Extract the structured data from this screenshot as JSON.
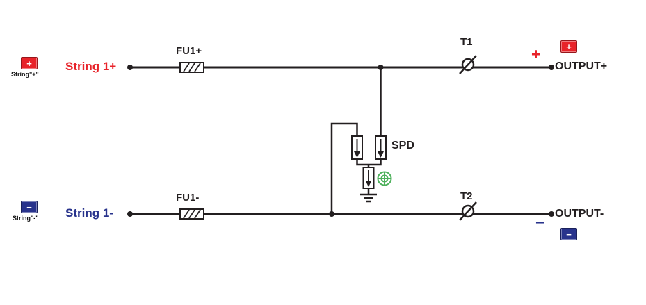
{
  "diagram": {
    "colors": {
      "positive": "#e8232a",
      "negative": "#28338c",
      "wire": "#231f20",
      "earth_green": "#4db05b"
    },
    "left": {
      "pos_badge": "+",
      "pos_caption": "String\"+\"",
      "pos_label": "String 1+",
      "neg_badge": "−",
      "neg_caption": "String\"-\"",
      "neg_label": "String 1-"
    },
    "components": {
      "fuse_pos": "FU1+",
      "fuse_neg": "FU1-",
      "terminal_pos": "T1",
      "terminal_neg": "T2",
      "spd": "SPD"
    },
    "right": {
      "pos_sign": "+",
      "pos_badge": "+",
      "pos_label": "OUTPUT+",
      "neg_sign": "−",
      "neg_badge": "−",
      "neg_label": "OUTPUT-"
    }
  }
}
